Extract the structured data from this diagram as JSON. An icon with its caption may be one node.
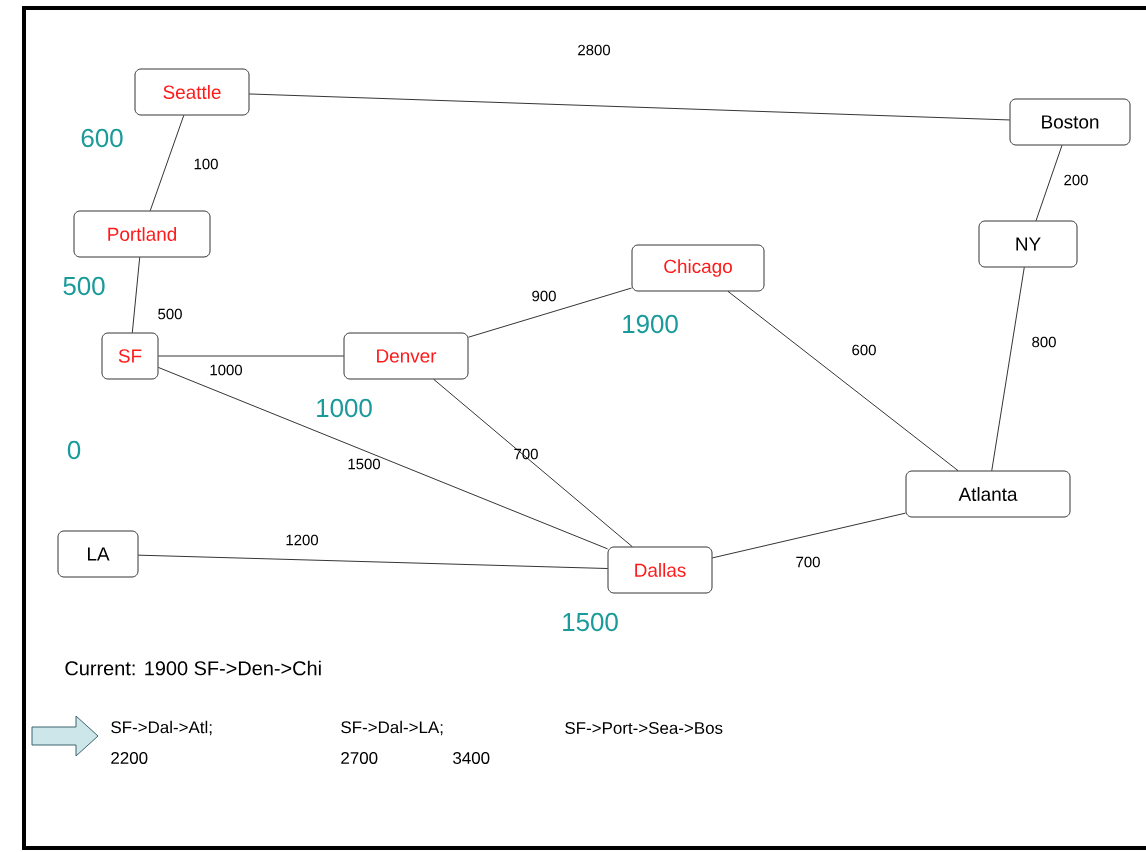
{
  "diagram": {
    "nodes": [
      {
        "text": [
          "Seattle"
        ],
        "beside": [
          "600"
        ]
      },
      {
        "text": [
          "Boston"
        ]
      },
      {
        "text": [
          "Portland"
        ],
        "beside": [
          "500"
        ]
      },
      {
        "text": [
          "NY"
        ]
      },
      {
        "text": [
          "Chicago"
        ],
        "beside": [
          "1900"
        ]
      },
      {
        "text": [
          "SF"
        ],
        "beside": [
          "0"
        ]
      },
      {
        "text": [
          "Denver"
        ],
        "beside": [
          "1000"
        ]
      },
      {
        "text": [
          "Atlanta"
        ]
      },
      {
        "text": [
          "LA"
        ]
      },
      {
        "text": [
          "Dallas"
        ],
        "beside": [
          "1500"
        ]
      }
    ],
    "edges": [
      {
        "from": 0,
        "to": 1,
        "arrow": "none",
        "label": "2800"
      },
      {
        "from": 0,
        "to": 2,
        "arrow": "none",
        "label": "100"
      },
      {
        "from": 2,
        "to": 5,
        "arrow": "none",
        "label": "500"
      },
      {
        "from": 5,
        "to": 6,
        "arrow": "none",
        "label": "1000"
      },
      {
        "from": 5,
        "to": 9,
        "arrow": "none",
        "label": "1500"
      },
      {
        "from": 6,
        "to": 4,
        "arrow": "none",
        "label": "900"
      },
      {
        "from": 6,
        "to": 9,
        "arrow": "none",
        "label": "700"
      },
      {
        "from": 4,
        "to": 7,
        "arrow": "none",
        "label": "600"
      },
      {
        "from": 8,
        "to": 9,
        "arrow": "none",
        "label": "1200"
      },
      {
        "from": 9,
        "to": 7,
        "arrow": "none",
        "label": "700"
      },
      {
        "from": 1,
        "to": 3,
        "arrow": "none",
        "label": "200"
      },
      {
        "from": 3,
        "to": 7,
        "arrow": "none",
        "label": "800"
      }
    ],
    "labels": [
      "Current: 1900 SF->Den->Chi",
      "SF->Dal->Atl;",
      "2200",
      "SF->Dal->LA;",
      "2700",
      "3400",
      "SF->Port->Sea->Bos"
    ]
  }
}
